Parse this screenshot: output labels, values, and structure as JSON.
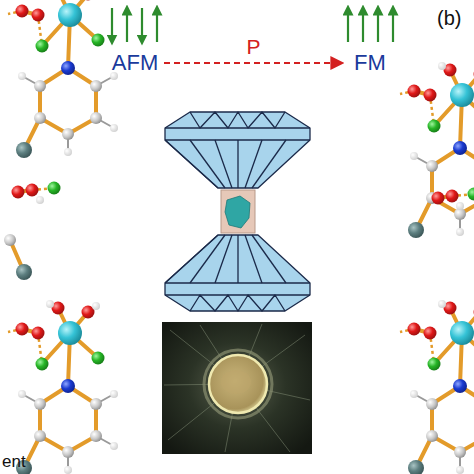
{
  "diagram": {
    "nodes": [
      {
        "text": [
          "AFM"
        ]
      },
      {
        "text": [
          "FM"
        ]
      }
    ],
    "edges": [
      {
        "from": 0,
        "to": 1,
        "label": "P",
        "arrow": "to"
      }
    ],
    "labels": [
      "(b)",
      "ent"
    ]
  }
}
